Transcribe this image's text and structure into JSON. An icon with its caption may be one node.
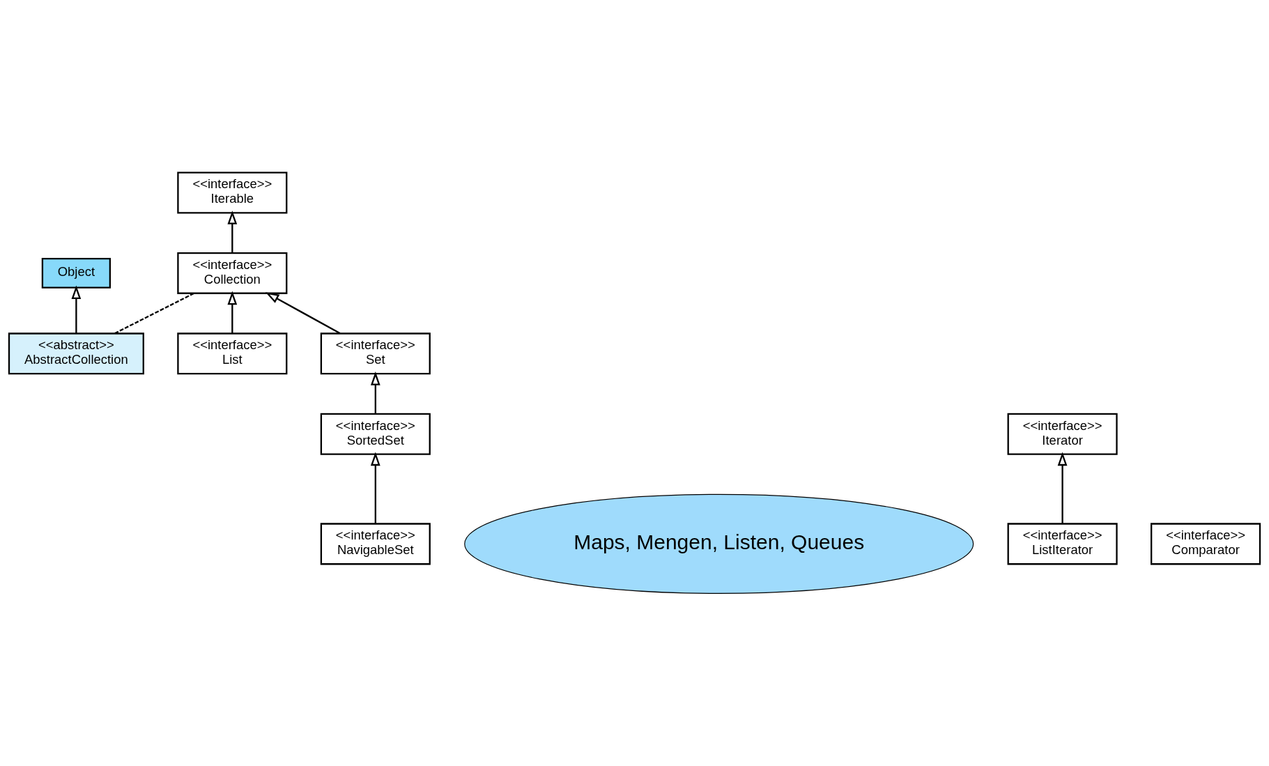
{
  "diagram": {
    "nodes": [
      {
        "text": [
          "Object"
        ]
      },
      {
        "text": [
          "<<abstract>>",
          "AbstractCollection"
        ]
      },
      {
        "text": [
          "<<interface>>",
          "Collection"
        ]
      },
      {
        "text": [
          "<<interface>>",
          "Iterable"
        ]
      },
      {
        "text": [
          "<<interface>>",
          "List"
        ]
      },
      {
        "text": [
          "<<interface>>",
          "Set"
        ]
      },
      {
        "text": [
          "<<interface>>",
          "SortedSet"
        ]
      },
      {
        "text": [
          "<<interface>>",
          "NavigableSet"
        ]
      },
      {
        "text": [
          "Maps, Mengen, Listen, Queues"
        ]
      },
      {
        "text": [
          "<<interface>>",
          "Iterator"
        ]
      },
      {
        "text": [
          "<<interface>>",
          "ListIterator"
        ]
      },
      {
        "text": [
          "<<interface>>",
          "Comparator"
        ]
      }
    ],
    "edges": [
      {
        "from": 1,
        "to": 0,
        "arrow": "to"
      },
      {
        "from": 1,
        "to": 2,
        "arrow": "none",
        "style": "dashed"
      },
      {
        "from": 4,
        "to": 2,
        "arrow": "to"
      },
      {
        "from": 5,
        "to": 2,
        "arrow": "to"
      },
      {
        "from": 2,
        "to": 3,
        "arrow": "to"
      },
      {
        "from": 6,
        "to": 5,
        "arrow": "to"
      },
      {
        "from": 7,
        "to": 6,
        "arrow": "to"
      },
      {
        "from": 10,
        "to": 9,
        "arrow": "to"
      }
    ]
  }
}
